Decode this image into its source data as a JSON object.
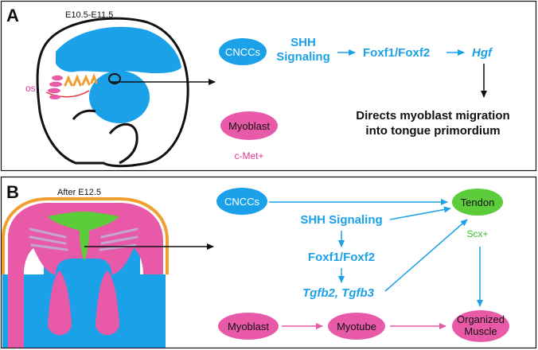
{
  "colors": {
    "blue": "#1ba1e8",
    "pink": "#e85aa8",
    "green": "#5ccc3a",
    "orange": "#f0a030",
    "magenta_text": "#e0388f",
    "green_text": "#3fbf2f",
    "black": "#111111"
  },
  "panel_a": {
    "letter": "A",
    "stage": "E10.5-E11.5",
    "os_label": "os",
    "cnccs": "CNCCs",
    "shh_line1": "SHH",
    "shh_line2": "Signaling",
    "foxf": "Foxf1/Foxf2",
    "hgf": "Hgf",
    "result_line1": "Directs myoblast migration",
    "result_line2": "into tongue primordium",
    "myoblast": "Myoblast",
    "cmet": "c-Met+"
  },
  "panel_b": {
    "letter": "B",
    "stage": "After E12.5",
    "cnccs": "CNCCs",
    "shh": "SHH Signaling",
    "foxf": "Foxf1/Foxf2",
    "tgfb": "Tgfb2, Tgfb3",
    "tendon": "Tendon",
    "scx": "Scx+",
    "myoblast": "Myoblast",
    "myotube": "Myotube",
    "organized_line1": "Organized",
    "organized_line2": "Muscle"
  }
}
